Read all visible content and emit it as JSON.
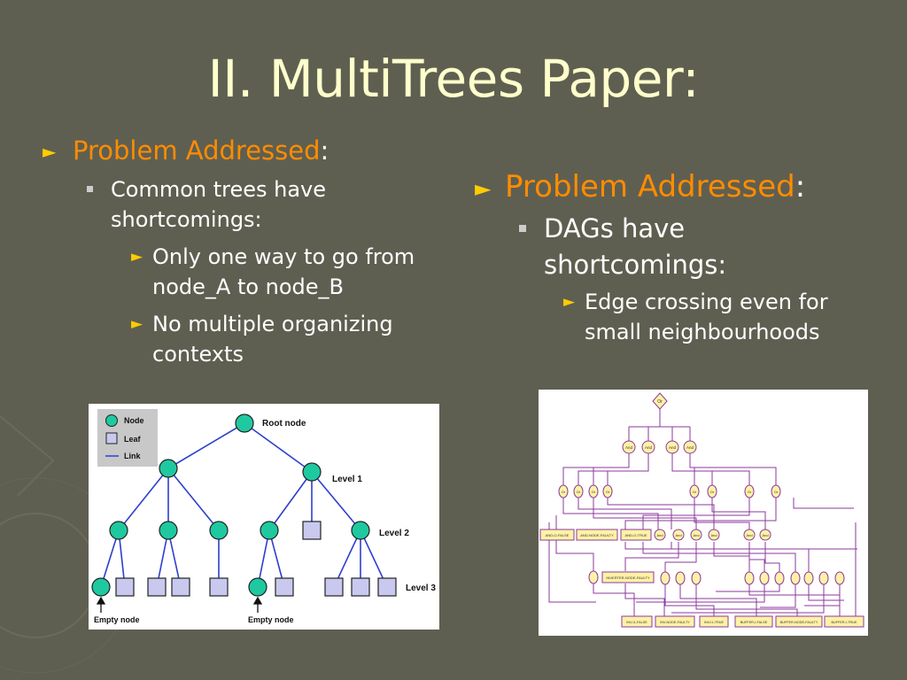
{
  "slide": {
    "title": "II. MultiTrees Paper:"
  },
  "left": {
    "heading": "Problem Addressed",
    "heading_colon": ":",
    "sub": "Common trees have shortcomings:",
    "points": [
      "Only one way to go from node_A to node_B",
      "No multiple organizing contexts"
    ]
  },
  "right": {
    "heading": "Problem Addressed",
    "heading_colon": ":",
    "sub": "DAGs have shortcomings:",
    "points": [
      "Edge crossing even for small neighbourhoods"
    ]
  },
  "tree": {
    "legend": [
      "Node",
      "Leaf",
      "Link"
    ],
    "root": "Root node",
    "levels": [
      "Level 1",
      "Level 2",
      "Level 3"
    ],
    "empty": [
      "Empty node",
      "Empty node"
    ]
  },
  "dag": {
    "top": "Or",
    "and_labels": [
      "And",
      "And",
      "And",
      "And"
    ],
    "or_labels": [
      "Or",
      "Or",
      "Or",
      "Or",
      "Or",
      "Or",
      "Or",
      "Or"
    ],
    "mid_boxes": [
      "AND-O-FALSE",
      "AND-NODE-FAULTY",
      "AND-O-TRUE"
    ],
    "mid_ands": [
      "And",
      "And",
      "And",
      "And",
      "And",
      "And"
    ],
    "mid_box": "INVERTER-NODE-FAULTY",
    "bottom_boxes": [
      "INV-I1-FALSE",
      "INV-NODE-FAULTY",
      "INV-I1-TRUE",
      "BUFFER-I-FALSE",
      "BUFFER-NODE-FAULTY",
      "BUFFER-I-TRUE"
    ]
  },
  "colors": {
    "background": "#5f5f51",
    "title": "#ffffcc",
    "accent": "#ff8c00",
    "bullet": "#ffcc00",
    "tree_node": "#1fc9a0",
    "tree_leaf": "#c9c9ef",
    "tree_link": "#2d3fcf",
    "dag_line": "#8b3a9e",
    "dag_node": "#fff2a6"
  }
}
